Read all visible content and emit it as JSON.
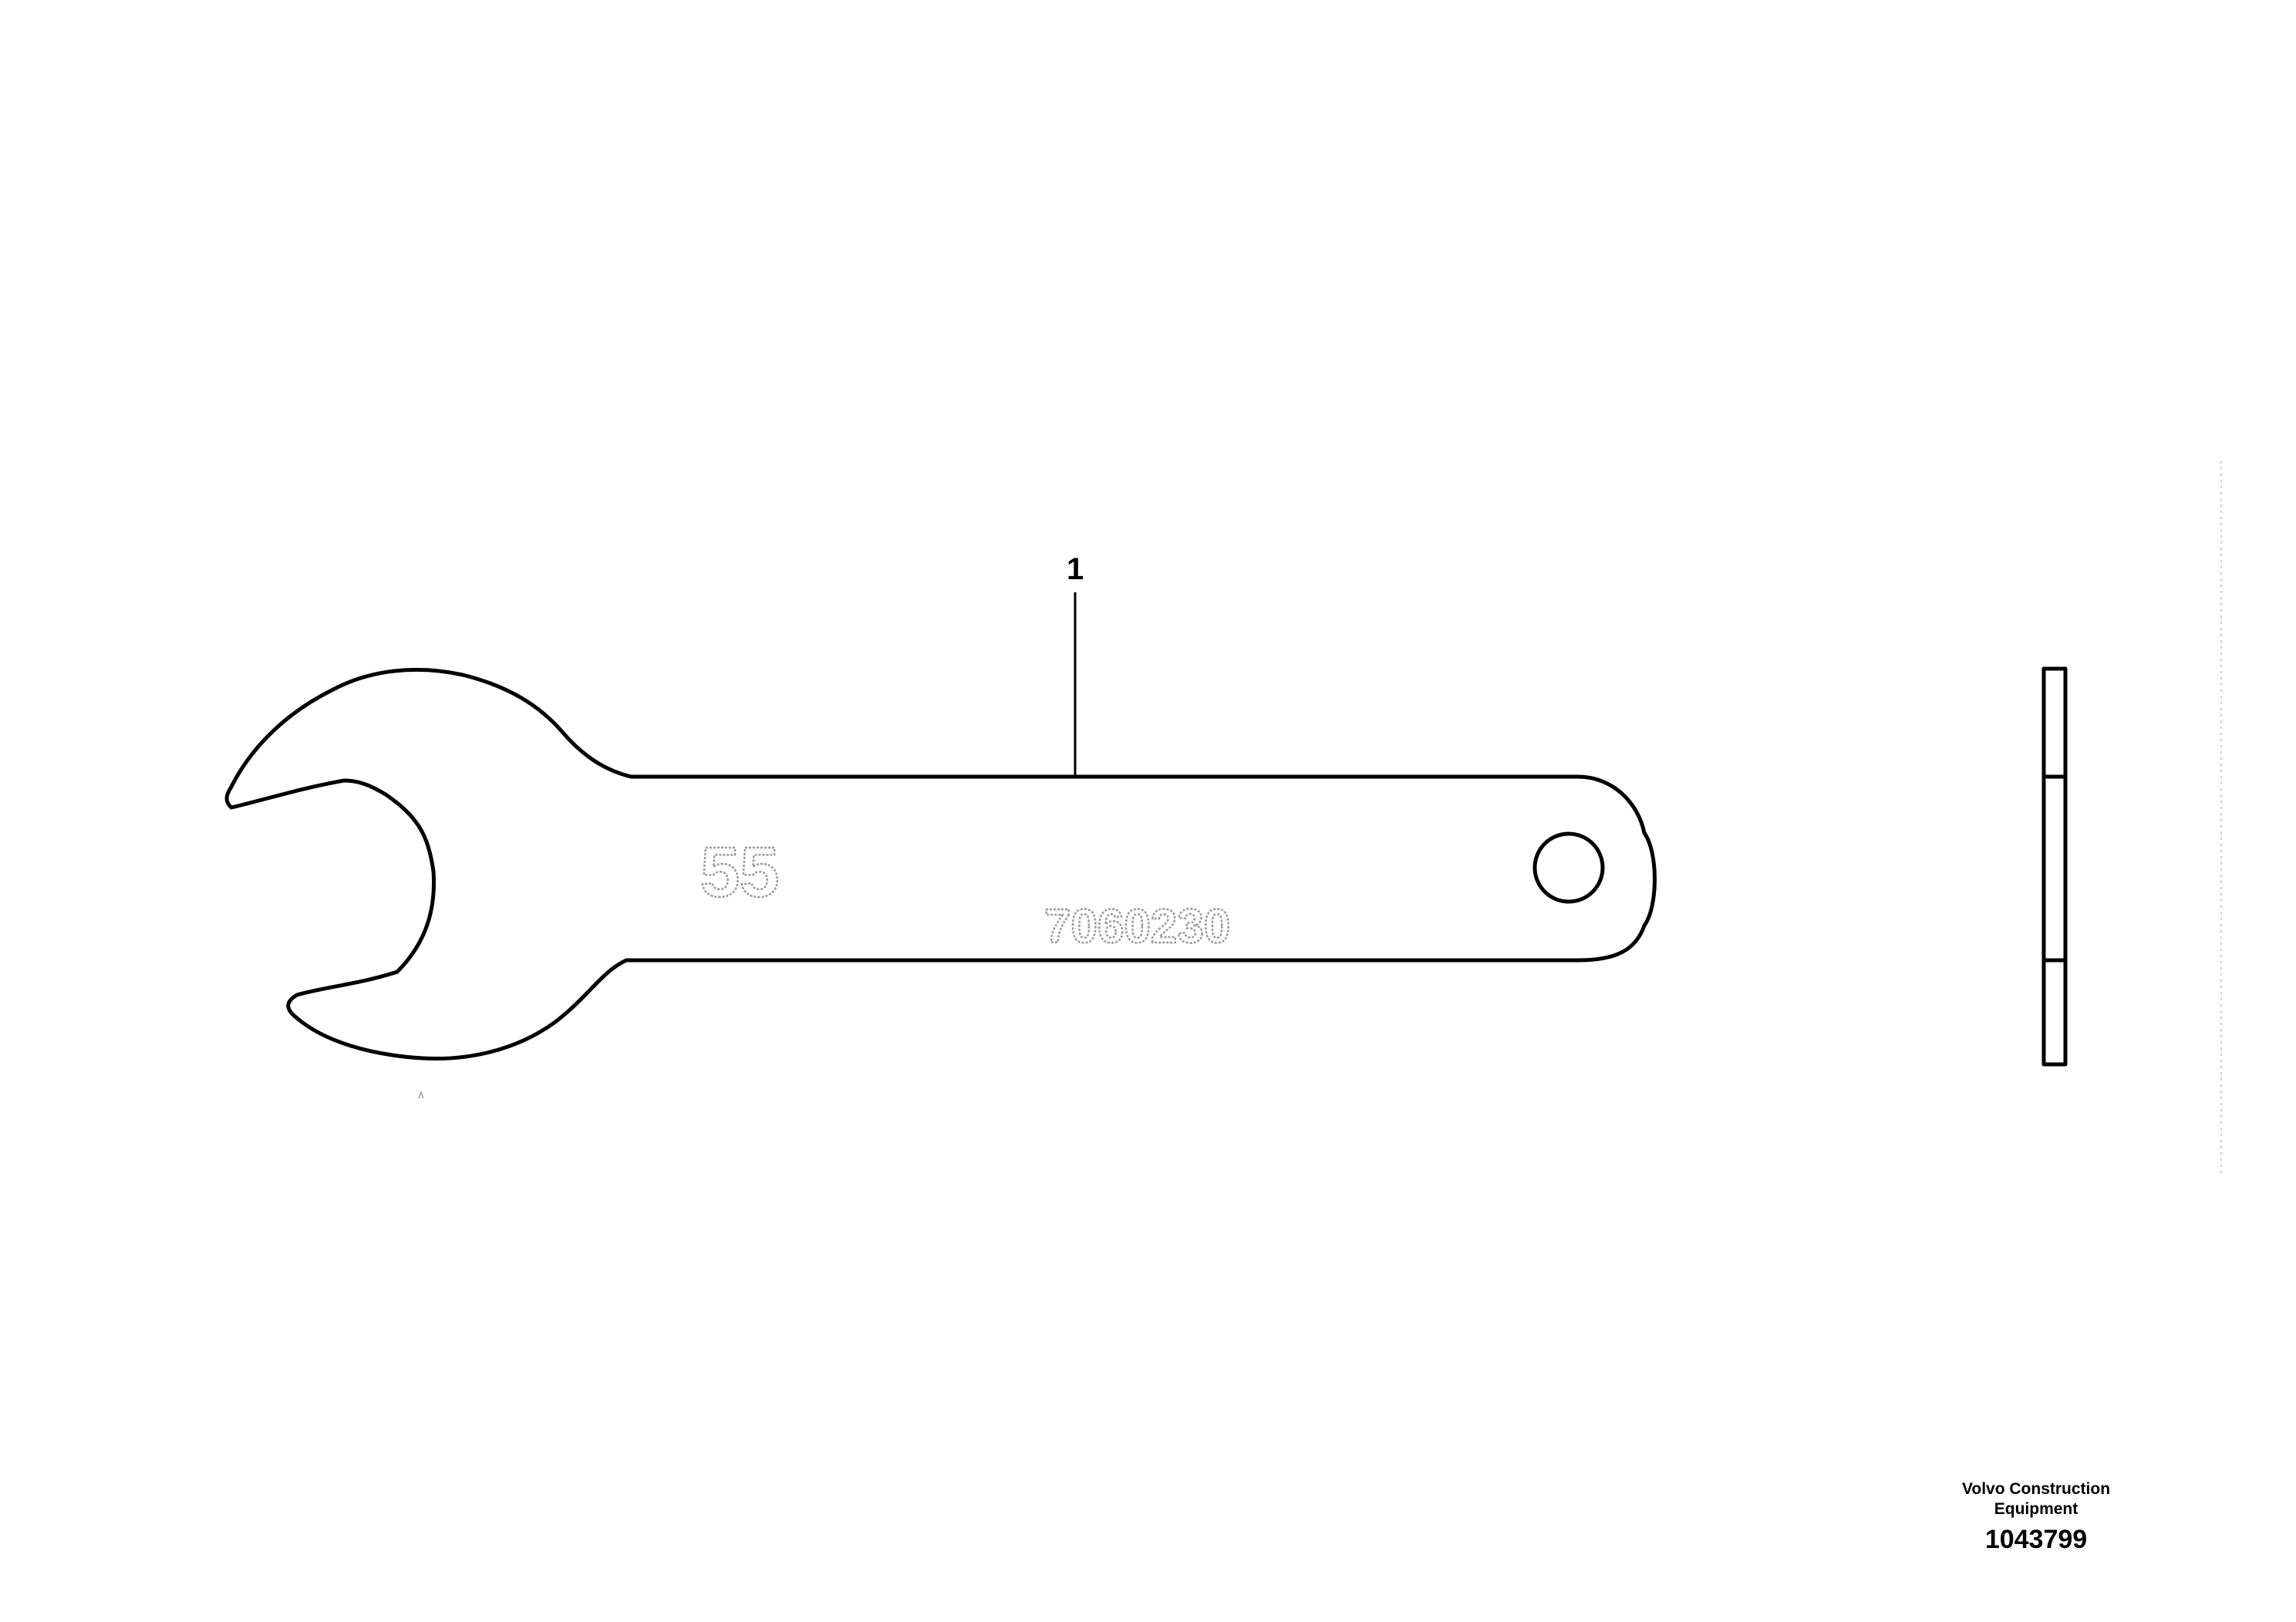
{
  "callouts": [
    {
      "label": "1"
    }
  ],
  "wrench": {
    "size_marking": "55",
    "part_number_marking": "7060230"
  },
  "footer": {
    "brand_line1": "Volvo Construction",
    "brand_line2": "Equipment",
    "illustration_number": "1043799"
  }
}
